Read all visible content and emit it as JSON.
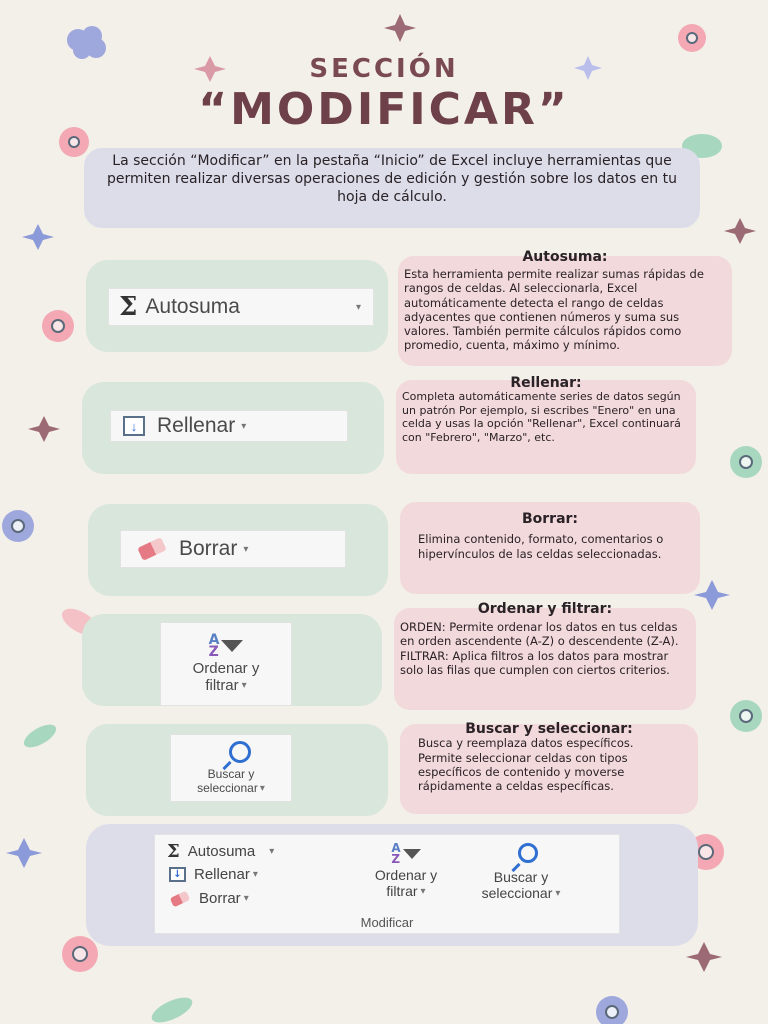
{
  "header": {
    "subtitle": "SECCIÓN",
    "title": "“MODIFICAR”"
  },
  "intro": "La sección “Modificar” en la pestaña “Inicio” de Excel incluye herramientas que permiten realizar diversas operaciones de edición y gestión sobre los datos en tu hoja de cálculo.",
  "sections": [
    {
      "button_label": "Autosuma",
      "heading": "Autosuma:",
      "text": "Esta herramienta permite realizar sumas rápidas de rangos de celdas. Al seleccionarla, Excel automáticamente detecta el rango de celdas adyacentes que contienen números y suma sus valores. También permite cálculos rápidos como promedio, cuenta, máximo y mínimo."
    },
    {
      "button_label": "Rellenar",
      "heading": "Rellenar:",
      "text": "Completa automáticamente series de datos según un patrón Por ejemplo, si escribes \"Enero\" en una celda y usas la opción \"Rellenar\", Excel continuará con \"Febrero\", \"Marzo\", etc."
    },
    {
      "button_label": "Borrar",
      "heading": "Borrar:",
      "text": "Elimina contenido, formato, comentarios o hipervínculos de las celdas seleccionadas."
    },
    {
      "button_label_1": "Ordenar y",
      "button_label_2": "filtrar",
      "heading": "Ordenar y filtrar:",
      "text_1": "ORDEN: Permite ordenar los datos en tus celdas en orden ascendente (A-Z) o descendente (Z-A).",
      "text_2": "FILTRAR: Aplica filtros a los datos para mostrar solo las filas que cumplen con ciertos criterios."
    },
    {
      "button_label_1": "Buscar y",
      "button_label_2": "seleccionar",
      "heading": "Buscar y seleccionar:",
      "text": "Busca y reemplaza datos específicos. Permite seleccionar celdas con tipos específicos de contenido y moverse rápidamente a celdas específicas."
    }
  ],
  "ribbon": {
    "autosuma": "Autosuma",
    "rellenar": "Rellenar",
    "borrar": "Borrar",
    "ordenar_1": "Ordenar y",
    "ordenar_2": "filtrar",
    "buscar_1": "Buscar y",
    "buscar_2": "seleccionar",
    "group_label": "Modificar"
  },
  "icons": {
    "caret": "▾",
    "sigma": "Σ",
    "fill_arrow": "↓",
    "sort_a": "A",
    "sort_z": "Z",
    "star": "✦"
  },
  "colors": {
    "background": "#f3efe9",
    "green_panel": "#d8e6dc",
    "pink_panel": "#f2d9dc",
    "lavender_panel": "#dcdde9",
    "title": "#6e4049"
  }
}
